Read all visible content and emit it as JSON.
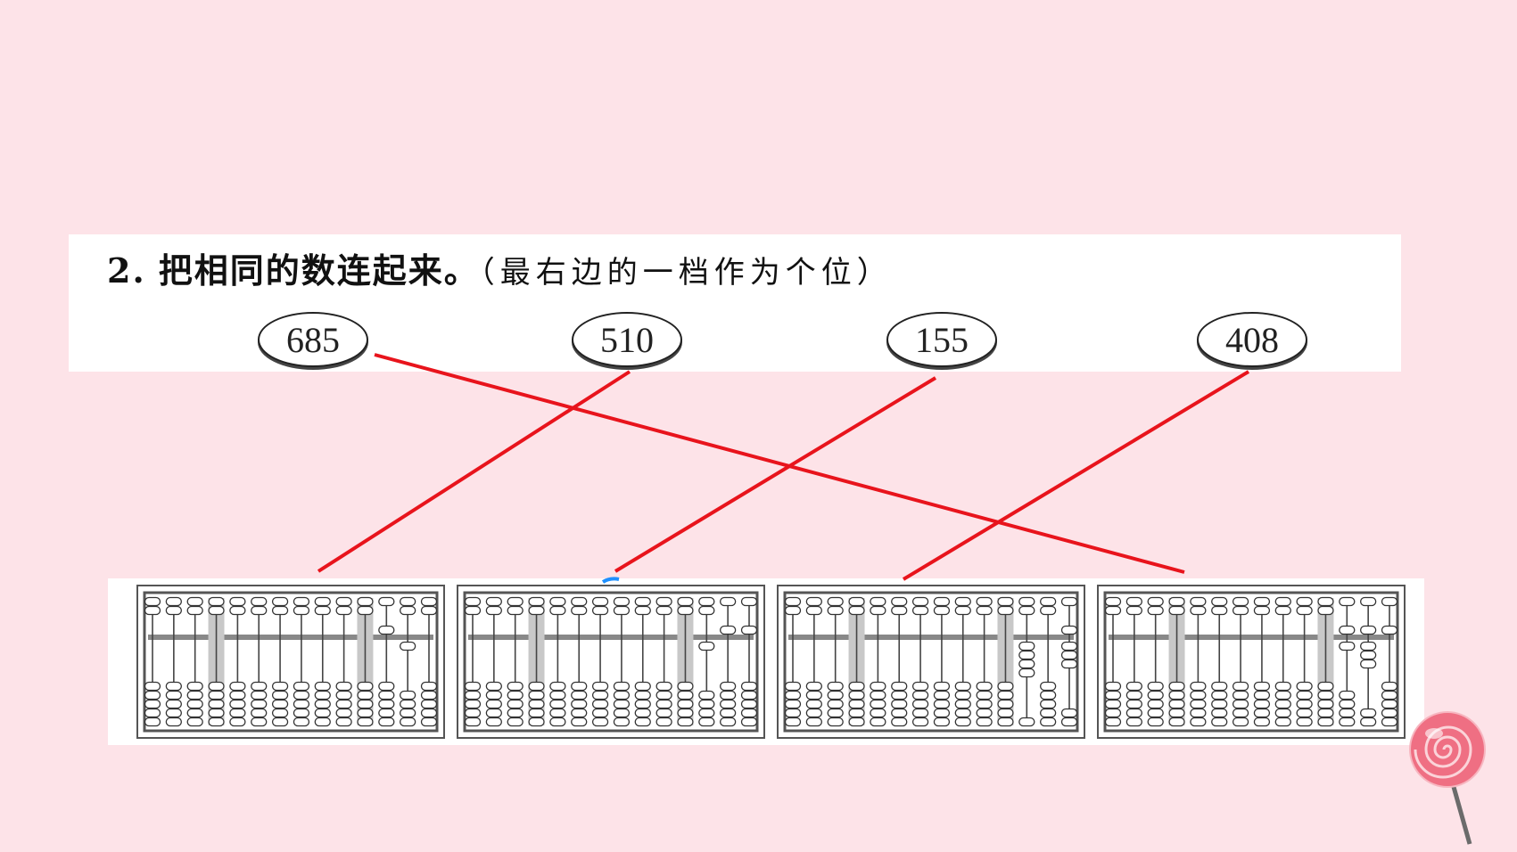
{
  "question": {
    "number": "2.",
    "main": "把相同的数连起来。",
    "hint": "（最右边的一档作为个位）"
  },
  "numbers": [
    "685",
    "510",
    "155",
    "408"
  ],
  "abacuses": [
    {
      "value": "510",
      "rods": [
        0,
        0,
        0,
        0,
        0,
        0,
        0,
        0,
        0,
        0,
        0,
        5,
        1,
        0
      ]
    },
    {
      "value": "155",
      "rods": [
        0,
        0,
        0,
        0,
        0,
        0,
        0,
        0,
        0,
        0,
        0,
        1,
        5,
        5
      ]
    },
    {
      "value": "408",
      "rods": [
        0,
        0,
        0,
        0,
        0,
        0,
        0,
        0,
        0,
        0,
        0,
        4,
        0,
        8
      ]
    },
    {
      "value": "685",
      "rods": [
        0,
        0,
        0,
        0,
        0,
        0,
        0,
        0,
        0,
        0,
        0,
        6,
        8,
        5
      ]
    }
  ],
  "colors": {
    "background": "#fde3e8",
    "answer_line": "#e8141c",
    "frame": "#555555",
    "highlight_rod": "#c8c8c8"
  }
}
